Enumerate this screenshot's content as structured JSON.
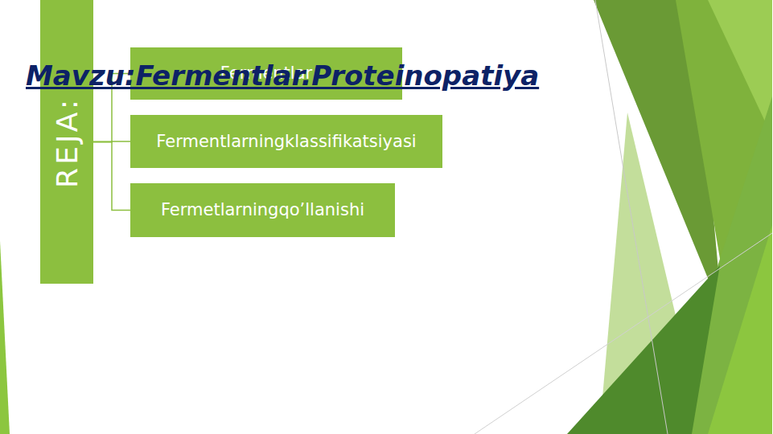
{
  "diagram": {
    "title": "Mavzu:Fermentlar.Proteinopatiya",
    "nodes": [
      {
        "text": [
          "REJA:"
        ]
      },
      {
        "text": [
          "Fermentlar"
        ]
      },
      {
        "text": [
          "Fermentlarningklassifikatsiyasi"
        ]
      },
      {
        "text": [
          "Fermetlarningqo’llanishi"
        ]
      }
    ],
    "edges": [
      {
        "from": 0,
        "to": 1,
        "arrow": "none"
      },
      {
        "from": 0,
        "to": 2,
        "arrow": "none"
      },
      {
        "from": 0,
        "to": 3,
        "arrow": "none"
      }
    ]
  }
}
